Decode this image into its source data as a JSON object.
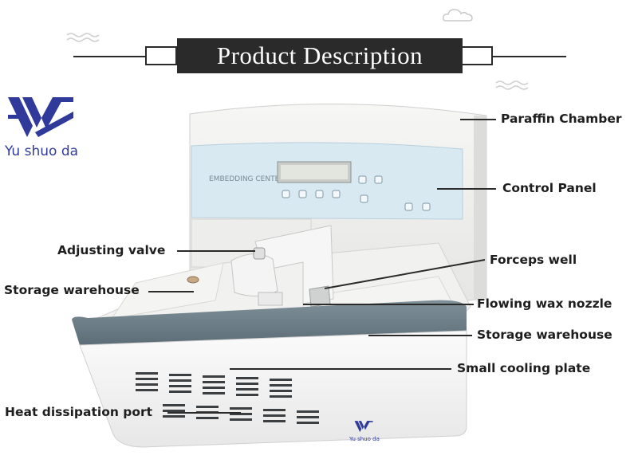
{
  "header": {
    "title": "Product Description"
  },
  "brand": {
    "name": "Yu shuo da",
    "color": "#2f3a9a"
  },
  "device": {
    "panel_text": "EMBEDDING CENTER",
    "footer_brand": "Yu shuo da"
  },
  "labels": {
    "paraffin_chamber": "Paraffin Chamber",
    "control_panel": "Control Panel",
    "adjusting_valve": "Adjusting valve",
    "forceps_well": "Forceps well",
    "storage_left": "Storage warehouse",
    "flowing_wax_nozzle": "Flowing wax nozzle",
    "storage_right": "Storage warehouse",
    "cooling_plate": "Small cooling plate",
    "heat_port": "Heat dissipation port"
  },
  "colors": {
    "header_bg": "#2a2a2a",
    "panel_blue": "#d8e9f2",
    "base_gray": "#6f808a",
    "body": "#eeeeec"
  }
}
